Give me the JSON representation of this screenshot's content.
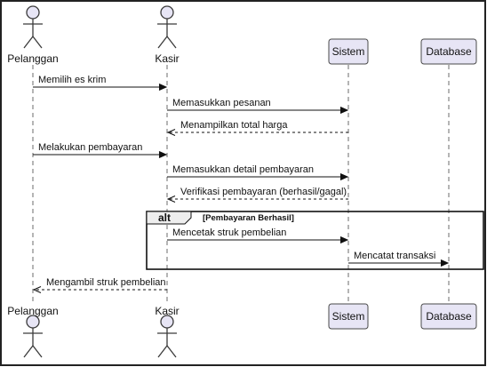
{
  "participants": [
    {
      "id": "pelanggan",
      "name": "Pelanggan",
      "kind": "actor"
    },
    {
      "id": "kasir",
      "name": "Kasir",
      "kind": "actor"
    },
    {
      "id": "sistem",
      "name": "Sistem",
      "kind": "participant"
    },
    {
      "id": "database",
      "name": "Database",
      "kind": "participant"
    }
  ],
  "messages": [
    {
      "from": "pelanggan",
      "to": "kasir",
      "label": "Memilih es krim",
      "style": "solid"
    },
    {
      "from": "kasir",
      "to": "sistem",
      "label": "Memasukkan pesanan",
      "style": "solid"
    },
    {
      "from": "sistem",
      "to": "kasir",
      "label": "Menampilkan total harga",
      "style": "dashed"
    },
    {
      "from": "pelanggan",
      "to": "kasir",
      "label": "Melakukan pembayaran",
      "style": "solid"
    },
    {
      "from": "kasir",
      "to": "sistem",
      "label": "Memasukkan detail pembayaran",
      "style": "solid"
    },
    {
      "from": "sistem",
      "to": "kasir",
      "label": "Verifikasi pembayaran (berhasil/gagal)",
      "style": "dashed"
    },
    {
      "from": "kasir",
      "to": "sistem",
      "label": "Mencetak struk pembelian",
      "style": "solid"
    },
    {
      "from": "sistem",
      "to": "database",
      "label": "Mencatat transaksi",
      "style": "solid"
    },
    {
      "from": "kasir",
      "to": "pelanggan",
      "label": "Mengambil struk pembelian",
      "style": "dashed"
    }
  ],
  "fragments": [
    {
      "operator": "alt",
      "guard": "[Pembayaran Berhasil]",
      "first_message": 6,
      "last_message": 7
    }
  ],
  "colors": {
    "participant_fill": "#e7e5f5",
    "outline": "#3a3a3a",
    "fragment_tab": "#eeeeee"
  }
}
